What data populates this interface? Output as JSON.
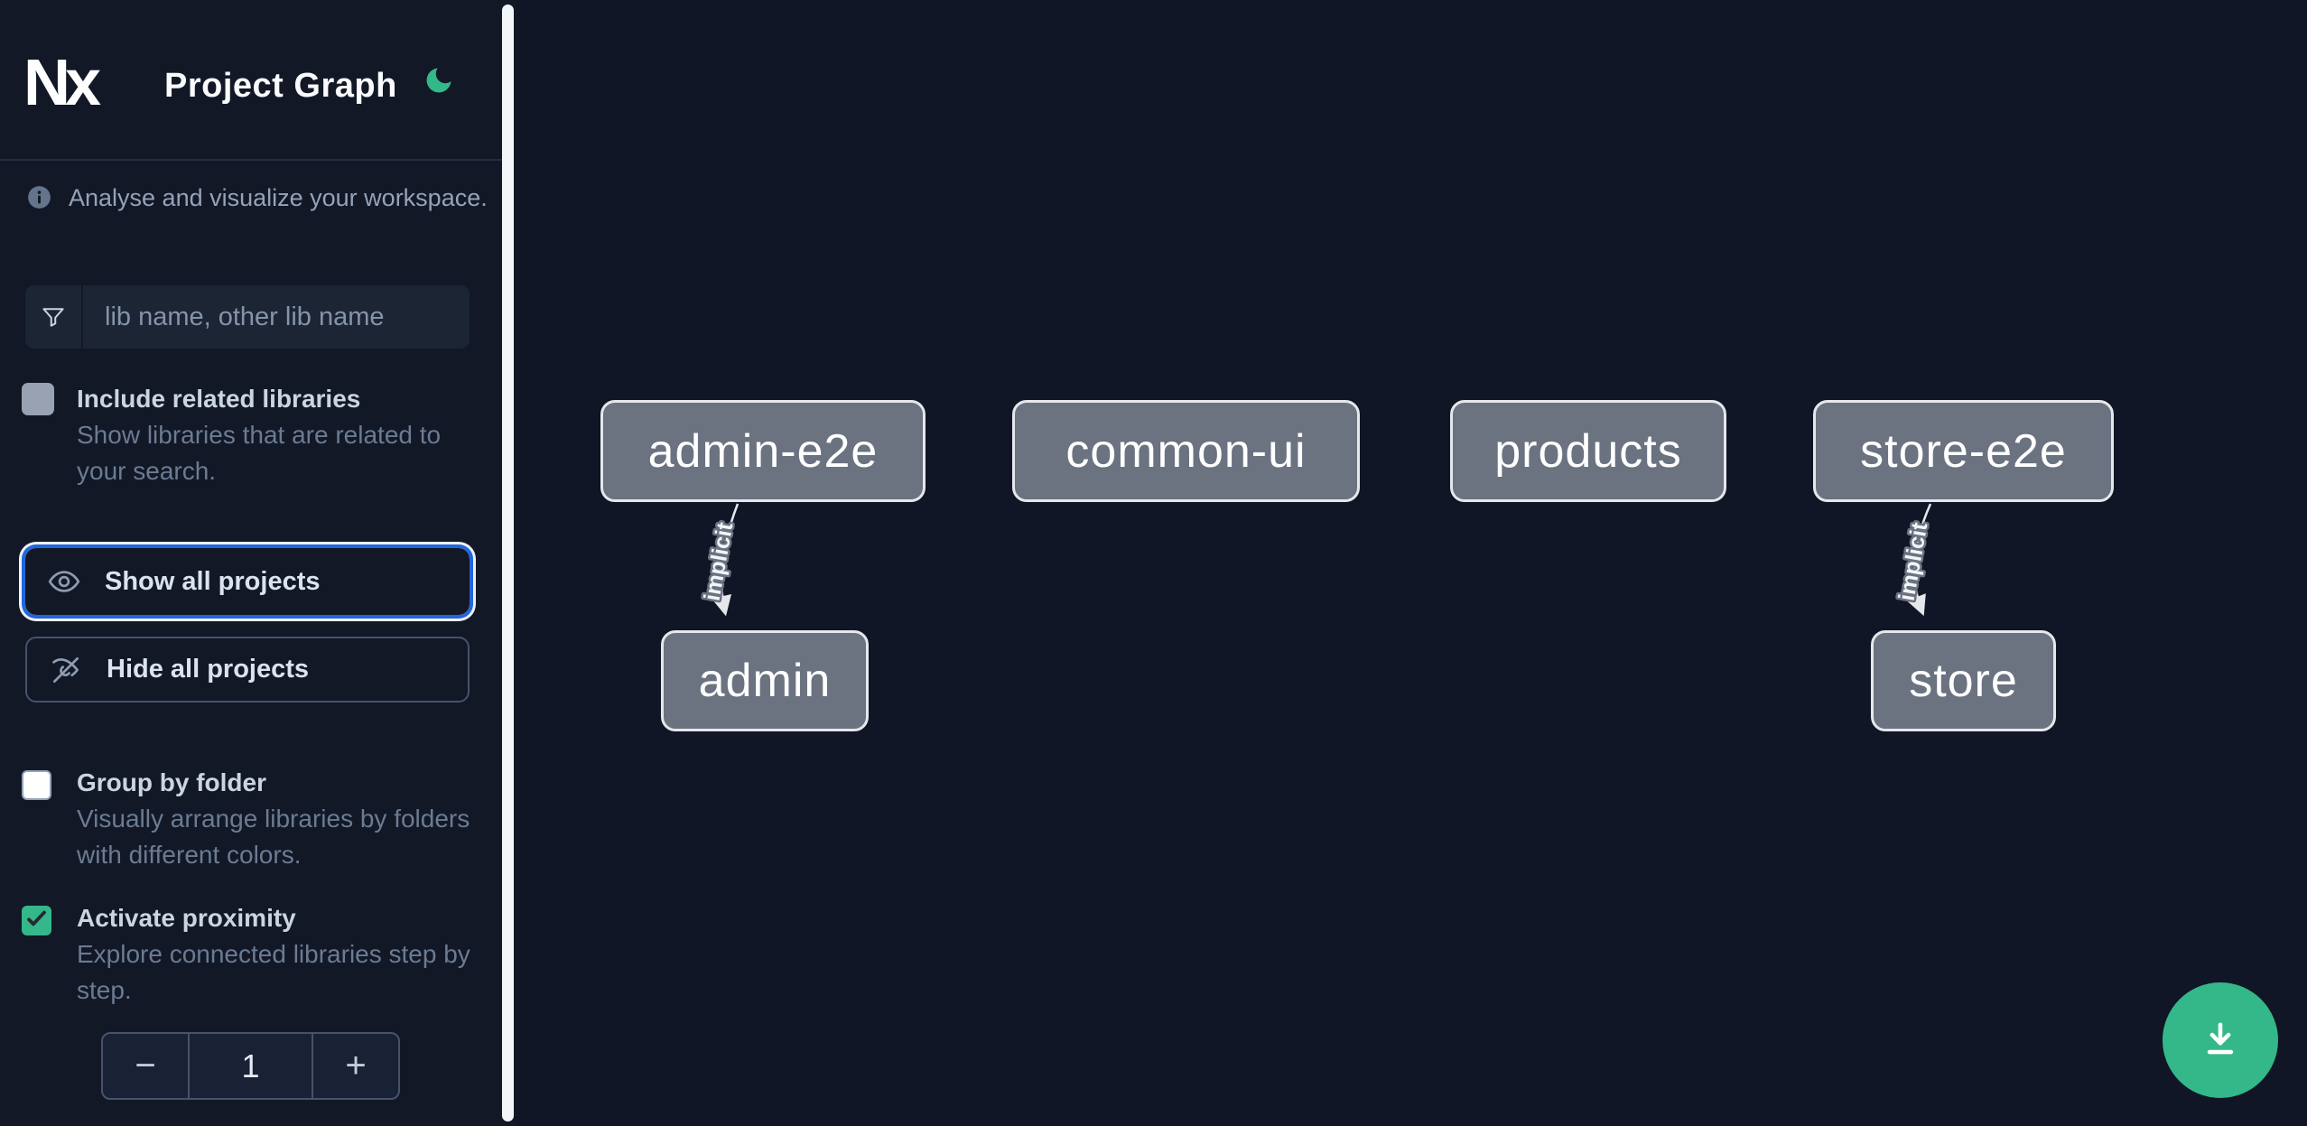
{
  "header": {
    "logo_text": "Nx",
    "title": "Project Graph"
  },
  "sidebar": {
    "tagline": "Analyse and visualize your workspace.",
    "search_placeholder": "lib name, other lib name",
    "options": [
      {
        "label": "Include related libraries",
        "description": "Show libraries that are related to your search.",
        "checked": false
      },
      {
        "label": "Group by folder",
        "description": "Visually arrange libraries by folders with different colors.",
        "checked": false
      },
      {
        "label": "Activate proximity",
        "description": "Explore connected libraries step by step.",
        "checked": true
      }
    ],
    "show_all_label": "Show all projects",
    "hide_all_label": "Hide all projects",
    "proximity": {
      "decrement": "−",
      "value": "1",
      "increment": "+"
    }
  },
  "graph": {
    "nodes": [
      {
        "label": "admin-e2e"
      },
      {
        "label": "common-ui"
      },
      {
        "label": "products"
      },
      {
        "label": "store-e2e"
      },
      {
        "label": "admin"
      },
      {
        "label": "store"
      }
    ],
    "edges": [
      {
        "from": "admin-e2e",
        "to": "admin",
        "label": "implicit"
      },
      {
        "from": "store-e2e",
        "to": "store",
        "label": "implicit"
      }
    ]
  },
  "colors": {
    "accent_green": "#34b889",
    "focus_blue": "#2166dd",
    "node_fill": "#6b7280",
    "sidebar_bg": "#121826",
    "canvas_bg": "#101625"
  }
}
